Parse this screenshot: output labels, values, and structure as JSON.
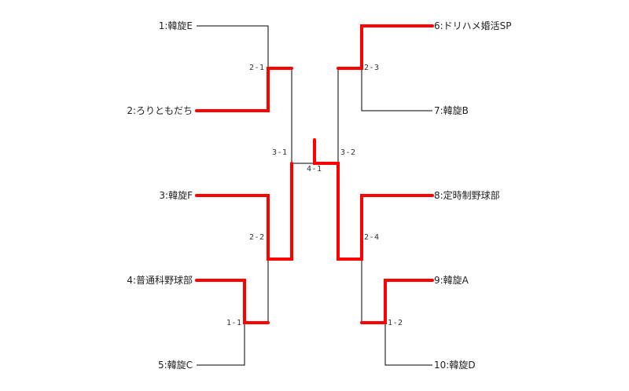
{
  "colors": {
    "winner": "#ff0000",
    "line": "#000000"
  },
  "teams": [
    {
      "id": "t1",
      "label": "1:韓旋E"
    },
    {
      "id": "t2",
      "label": "2:ろりともだち"
    },
    {
      "id": "t3",
      "label": "3:韓旋F"
    },
    {
      "id": "t4",
      "label": "4:普通科野球部"
    },
    {
      "id": "t5",
      "label": "5:韓旋C"
    },
    {
      "id": "t6",
      "label": "6:ドリハメ婚活SP"
    },
    {
      "id": "t7",
      "label": "7:韓旋B"
    },
    {
      "id": "t8",
      "label": "8:定時制野球部"
    },
    {
      "id": "t9",
      "label": "9:韓旋A"
    },
    {
      "id": "t10",
      "label": "10:韓旋D"
    }
  ],
  "matches": [
    {
      "id": "m1-1",
      "label": "1-1"
    },
    {
      "id": "m1-2",
      "label": "1-2"
    },
    {
      "id": "m2-1",
      "label": "2-1"
    },
    {
      "id": "m2-2",
      "label": "2-2"
    },
    {
      "id": "m2-3",
      "label": "2-3"
    },
    {
      "id": "m2-4",
      "label": "2-4"
    },
    {
      "id": "m3-1",
      "label": "3-1"
    },
    {
      "id": "m3-2",
      "label": "3-2"
    },
    {
      "id": "m4-1",
      "label": "4-1"
    }
  ]
}
